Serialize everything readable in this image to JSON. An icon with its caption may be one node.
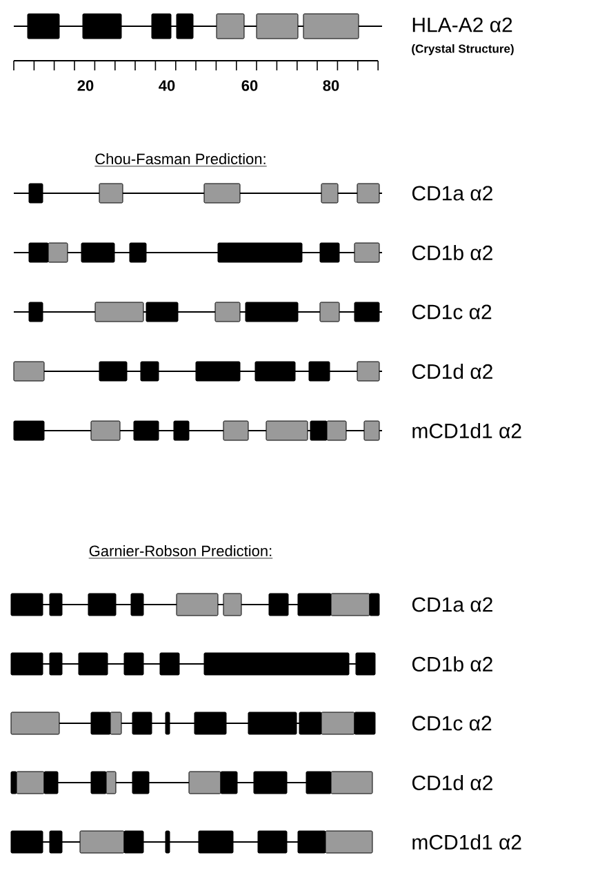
{
  "diagram": {
    "labels": [
      "HLA-A2 α2",
      "(Crystal Structure)",
      "20",
      "40",
      "60",
      "80",
      "Chou-Fasman Prediction:",
      "CD1a α2",
      "CD1b α2",
      "CD1c α2",
      "CD1d α2",
      "mCD1d1 α2",
      "Garnier-Robson Prediction:",
      "CD1a α2",
      "CD1b α2",
      "CD1c α2",
      "CD1d α2",
      "mCD1d1 α2"
    ]
  }
}
